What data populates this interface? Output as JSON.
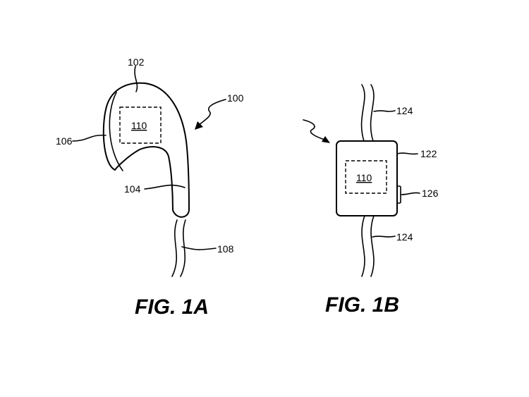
{
  "figure_1a": {
    "caption": "FIG. 1A",
    "labels": {
      "device": "100",
      "housing": "102",
      "stem": "104",
      "speaker_face": "106",
      "cable": "108",
      "component": "110"
    }
  },
  "figure_1b": {
    "caption": "FIG. 1B",
    "labels": {
      "housing": "122",
      "cable_top": "124",
      "cable_bottom": "124",
      "button": "126",
      "component": "110"
    }
  },
  "colors": {
    "line": "#000000",
    "background": "#ffffff"
  }
}
